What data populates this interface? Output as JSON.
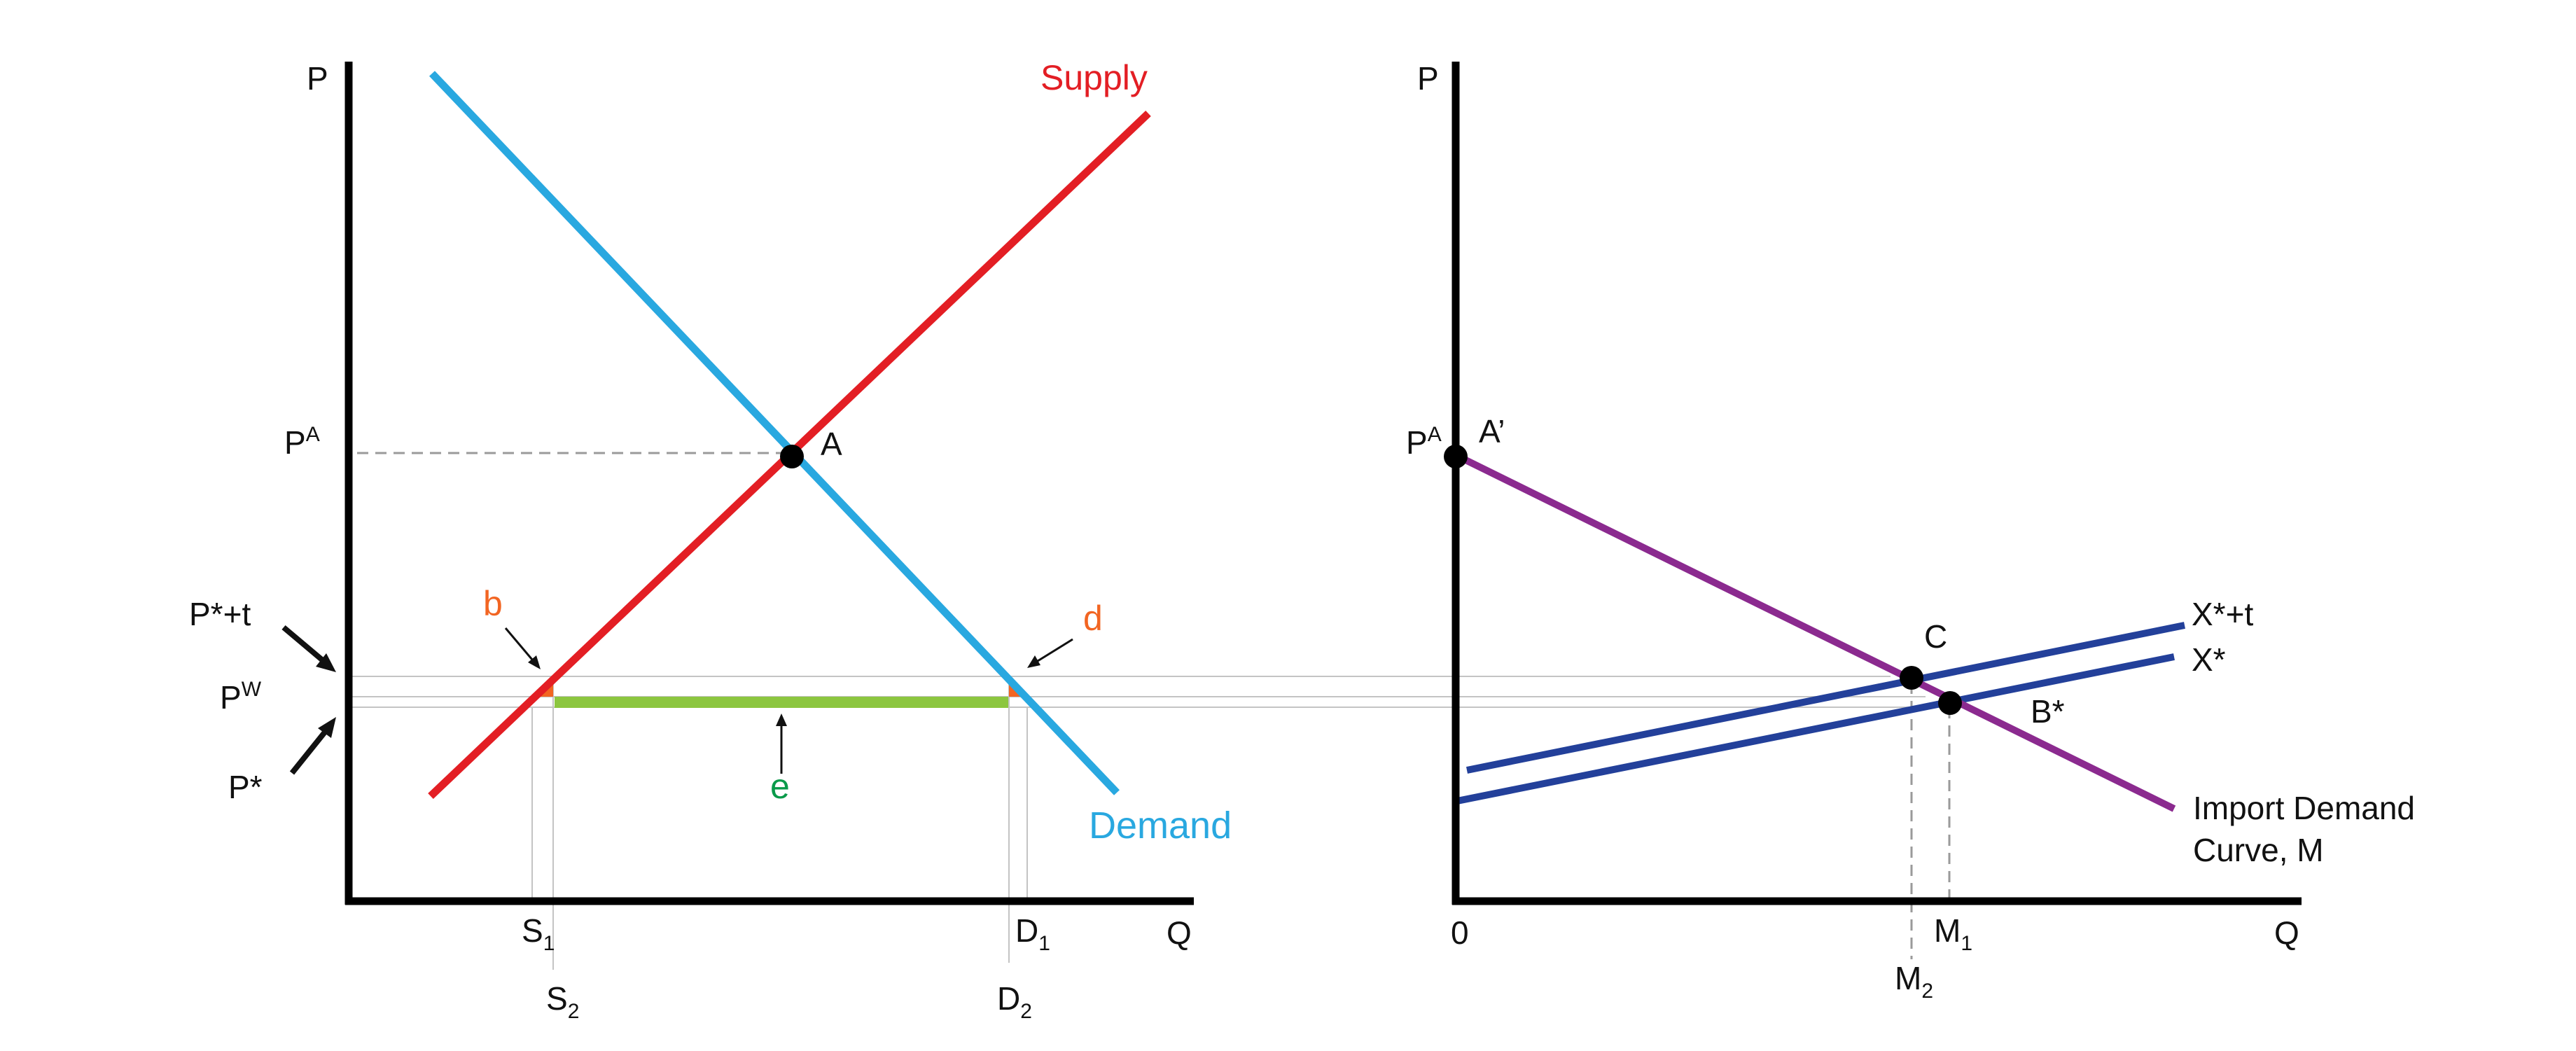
{
  "left_panel": {
    "axis_y": "P",
    "axis_x": "Q",
    "curves": {
      "supply": "Supply",
      "demand": "Demand"
    },
    "points": {
      "a": "A"
    },
    "price_labels": {
      "pa": {
        "main": "P",
        "sup": "A"
      },
      "pw": {
        "main": "P",
        "sup": "W"
      },
      "p_star_t": "P*+t",
      "p_star": "P*"
    },
    "area_labels": {
      "b": "b",
      "d": "d",
      "e": "e"
    },
    "quantity_labels": {
      "s1": {
        "main": "S",
        "sub": "1"
      },
      "s2": {
        "main": "S",
        "sub": "2"
      },
      "d1": {
        "main": "D",
        "sub": "1"
      },
      "d2": {
        "main": "D",
        "sub": "2"
      }
    }
  },
  "right_panel": {
    "axis_y": "P",
    "axis_x": "Q",
    "origin": "0",
    "price_label": {
      "main": "P",
      "sup": "A"
    },
    "points": {
      "a_prime": "A’",
      "c": "C",
      "b_star": "B*"
    },
    "curves": {
      "export_supply_tariff": "X*+t",
      "export_supply": "X*",
      "import_demand_line1": "Import Demand",
      "import_demand_line2": "Curve, M"
    },
    "quantity_labels": {
      "m1": {
        "main": "M",
        "sub": "1"
      },
      "m2": {
        "main": "M",
        "sub": "2"
      }
    }
  },
  "colors": {
    "supply": "#e31e24",
    "demand": "#29a8e0",
    "import_demand": "#8b2a8f",
    "export_supply": "#23409a",
    "area_e": "#8cc63f",
    "area_e_label": "#0a9a4a",
    "area_bd": "#f26522",
    "axis": "#000000",
    "guide_dashed": "#9a9a9a",
    "guide_thin": "#c4c4c4"
  }
}
